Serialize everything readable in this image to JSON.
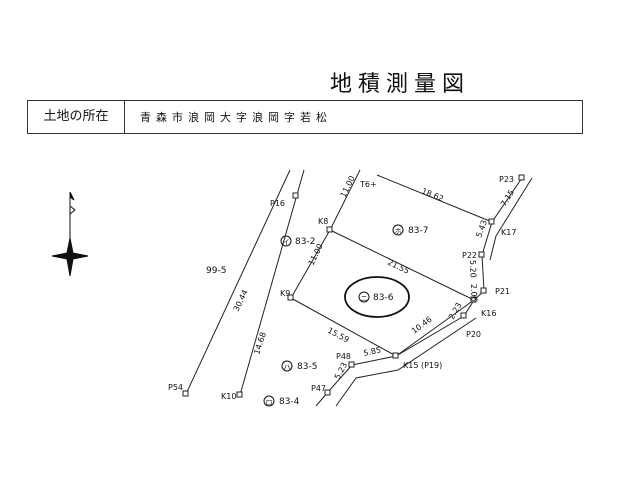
{
  "title": "地積測量図",
  "location_label": "土地の所在",
  "location_value": "青森市浪岡大字浪岡字若松",
  "parcels": {
    "main": "83-6",
    "main_mark": "ニ",
    "p_83_2": "83-2",
    "p_83_2_mark": "イ",
    "p_83_7": "83-7",
    "p_83_7_mark": "ホ",
    "p_83_5": "83-5",
    "p_83_5_mark": "ハ",
    "p_83_4": "83-4",
    "p_83_4_mark": "ロ",
    "p_99_5": "99-5"
  },
  "points": {
    "t6": "T6+",
    "p16": "P16",
    "k8": "K8",
    "k9": "K9",
    "k10": "K10",
    "p54": "P54",
    "p23": "P23",
    "k17": "K17",
    "p22": "P22",
    "p21": "P21",
    "k16": "K16",
    "p20": "P20",
    "k15": "K15 (P19)",
    "p48": "P48",
    "p47": "P47"
  },
  "distances": {
    "d_1100_top": "11.00",
    "d_1862": "18.62",
    "d_715": "7.15",
    "d_543": "5.43",
    "d_1100_mid": "11.00",
    "d_2155": "21.55",
    "d_520": "5.20",
    "d_206": "2.06",
    "d_223": "2.23",
    "d_1046": "10.46",
    "d_1559": "15.59",
    "d_585": "5.85",
    "d_523": "5.23",
    "d_3044": "30.44",
    "d_1468": "14.68"
  }
}
